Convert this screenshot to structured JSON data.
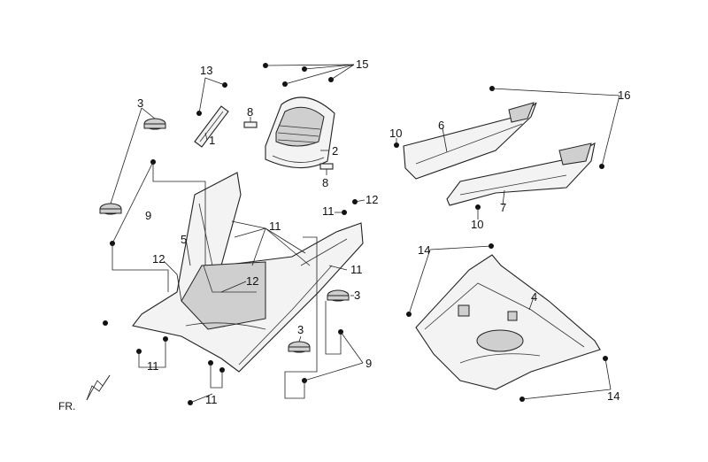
{
  "diagram": {
    "callouts": {
      "c1": "1",
      "c2": "2",
      "c3a": "3",
      "c3b": "3",
      "c3c": "3",
      "c4": "4",
      "c5": "5",
      "c6": "6",
      "c7": "7",
      "c8a": "8",
      "c8b": "8",
      "c9a": "9",
      "c9b": "9",
      "c10a": "10",
      "c10b": "10",
      "c11a": "11",
      "c11b": "11",
      "c11c": "11",
      "c11d": "11",
      "c11e": "11",
      "c12a": "12",
      "c12b": "12",
      "c12c": "12",
      "c13": "13",
      "c14a": "14",
      "c14b": "14",
      "c15": "15",
      "c16": "16"
    },
    "front_marker": "FR."
  }
}
